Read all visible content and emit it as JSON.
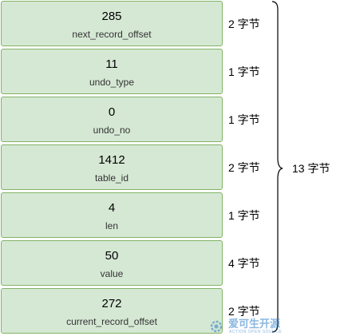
{
  "fields": [
    {
      "value": "285",
      "name": "next_record_offset",
      "size": "2 字节"
    },
    {
      "value": "11",
      "name": "undo_type",
      "size": "1 字节"
    },
    {
      "value": "0",
      "name": "undo_no",
      "size": "1 字节"
    },
    {
      "value": "1412",
      "name": "table_id",
      "size": "2 字节"
    },
    {
      "value": "4",
      "name": "len",
      "size": "1 字节"
    },
    {
      "value": "50",
      "name": "value",
      "size": "4 字节"
    },
    {
      "value": "272",
      "name": "current_record_offset",
      "size": "2 字节"
    }
  ],
  "total_size": "13 字节",
  "watermark": {
    "text": "爱可生开源",
    "subtext": "ACTION OPEN SOURCE"
  },
  "colors": {
    "box_fill": "#d5e8d4",
    "box_border": "#82b366",
    "watermark": "#2e7dc8"
  }
}
